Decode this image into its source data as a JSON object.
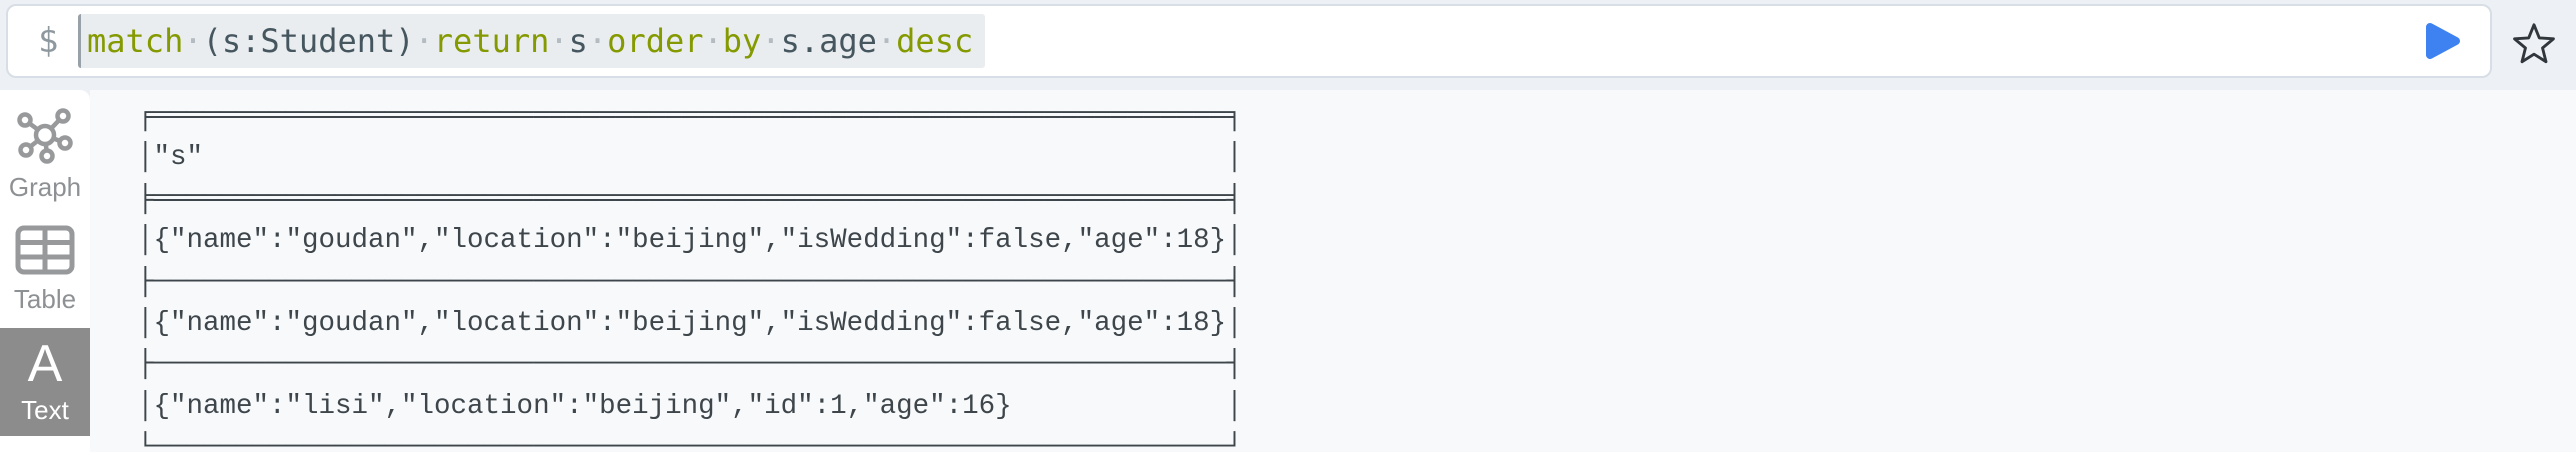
{
  "colors": {
    "accent_blue": "#3e82f1",
    "keyword_green": "#859900",
    "token_dark": "#46565f",
    "selected_item_gray": "#8c8c8c"
  },
  "query_bar": {
    "prompt": "$",
    "query_text": "match (s:Student) return s order by s.age desc",
    "tokens": [
      {
        "text": "match",
        "type": "keyword"
      },
      {
        "text": "(s:Student)",
        "type": "plain"
      },
      {
        "text": "return",
        "type": "keyword"
      },
      {
        "text": "s",
        "type": "plain"
      },
      {
        "text": "order",
        "type": "keyword"
      },
      {
        "text": "by",
        "type": "keyword"
      },
      {
        "text": "s.age",
        "type": "plain"
      },
      {
        "text": "desc",
        "type": "keyword"
      }
    ],
    "whitespace_dot": "·",
    "run_icon": "play-icon",
    "favorite_icon": "star-icon"
  },
  "sidebar": {
    "items": [
      {
        "label": "Graph",
        "icon": "graph-icon",
        "selected": false
      },
      {
        "label": "Table",
        "icon": "table-icon",
        "selected": false
      },
      {
        "label": "Text",
        "icon": "letter-a-icon",
        "selected": true
      }
    ]
  },
  "results": {
    "view": "text",
    "header_cell": "\"s\"",
    "rows": [
      "{\"name\":\"goudan\",\"location\":\"beijing\",\"isWedding\":false,\"age\":18}",
      "{\"name\":\"goudan\",\"location\":\"beijing\",\"isWedding\":false,\"age\":18}",
      "{\"name\":\"lisi\",\"location\":\"beijing\",\"id\":1,\"age\":16}"
    ],
    "box_inner_width": 65
  }
}
